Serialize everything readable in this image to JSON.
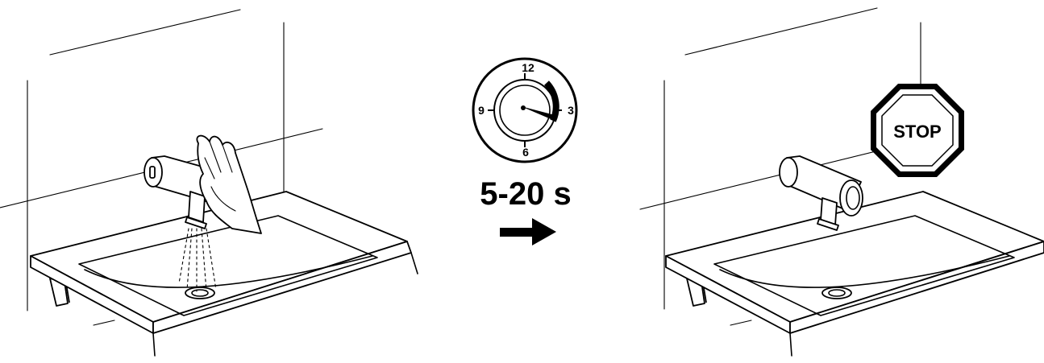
{
  "timer": {
    "dial_numbers": [
      "12",
      "3",
      "6",
      "9"
    ],
    "duration_label": "5-20 s"
  },
  "stop_sign": {
    "label": "STOP",
    "color": "#000000"
  },
  "icons": {
    "clock": "timer-clock-icon",
    "arrow": "arrow-right-icon"
  }
}
